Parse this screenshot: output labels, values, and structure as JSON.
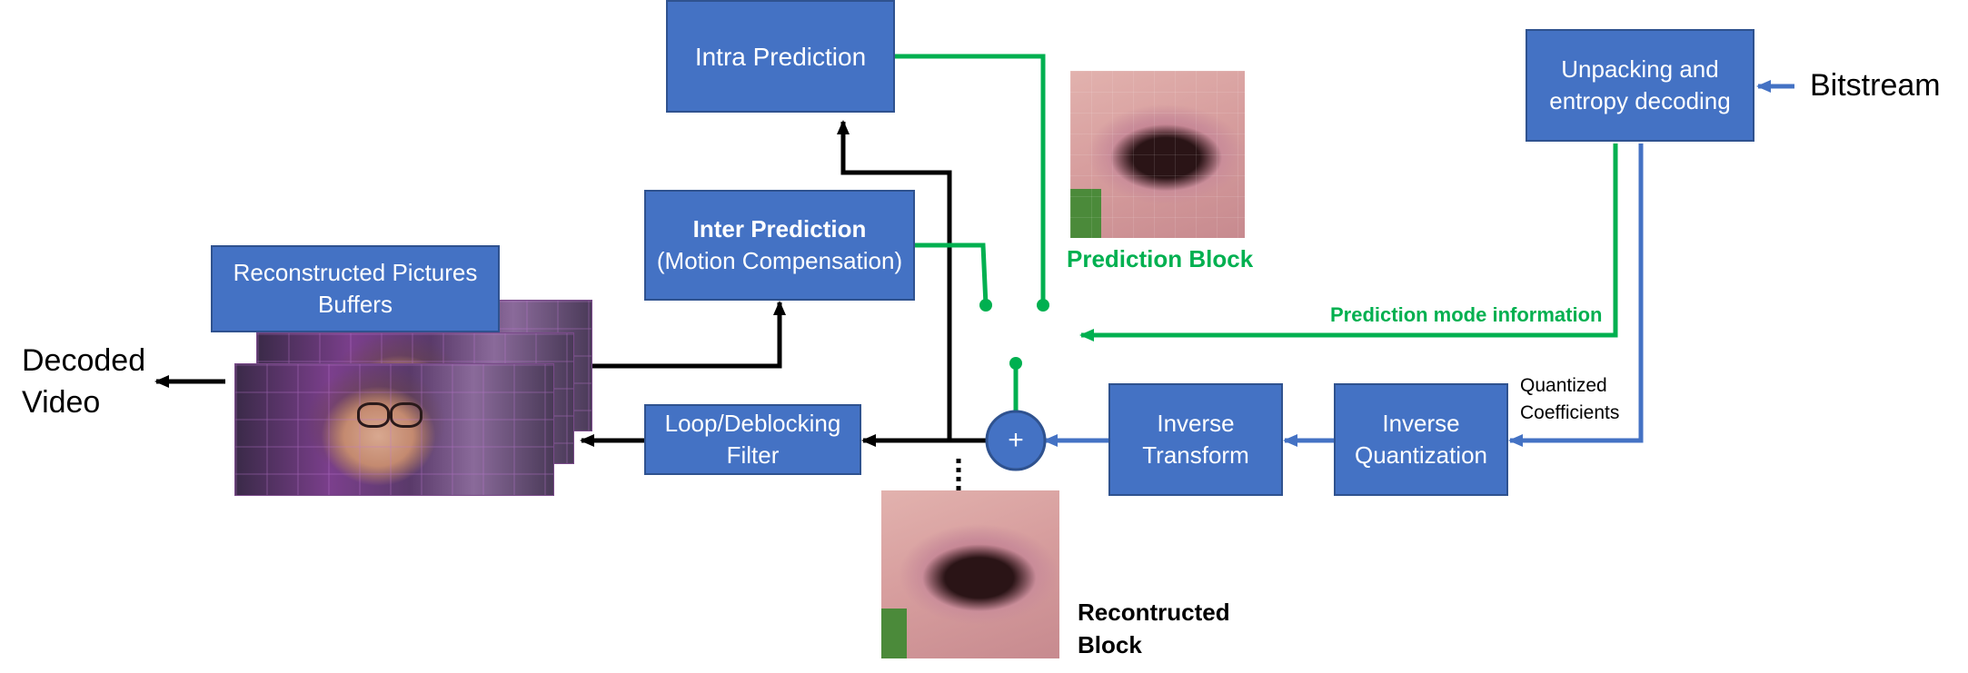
{
  "blocks": {
    "intra": "Intra Prediction",
    "inter_title": "Inter Prediction",
    "inter_sub": "(Motion Compensation)",
    "buffers": "Reconstructed Pictures Buffers",
    "loop": "Loop/Deblocking Filter",
    "inv_transform": "Inverse Transform",
    "inv_quant": "Inverse Quantization",
    "unpack": "Unpacking and entropy decoding"
  },
  "labels": {
    "bitstream": "Bitstream",
    "decoded_video": "Decoded Video",
    "prediction_block": "Prediction Block",
    "prediction_mode": "Prediction mode information",
    "quantized": "Quantized Coefficients",
    "reconstructed_block": "Recontructed Block",
    "adder": "+"
  },
  "colors": {
    "block_fill": "#4472c4",
    "block_border": "#2f528f",
    "green_path": "#00b050",
    "blue_path": "#4472c4",
    "black_path": "#000000"
  },
  "icons": {
    "adder": "circle-plus",
    "arrowheads": "triangle",
    "switch_contacts": "filled-dot"
  }
}
